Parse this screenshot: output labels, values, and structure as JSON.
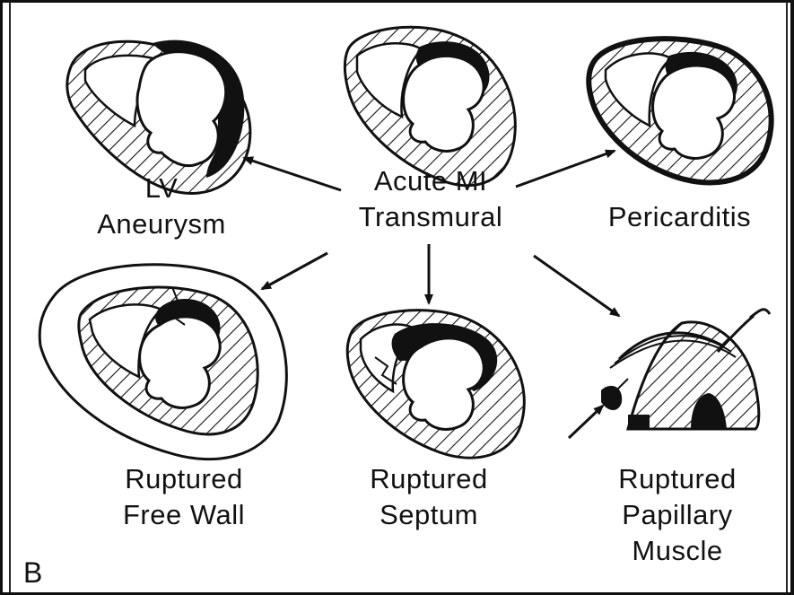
{
  "center": {
    "line1": "Acute MI",
    "line2": "Transmural"
  },
  "outcomes": {
    "lv_aneurysm": {
      "line1": "LV",
      "line2": "Aneurysm"
    },
    "pericarditis": {
      "line1": "Pericarditis"
    },
    "free_wall": {
      "line1": "Ruptured",
      "line2": "Free Wall"
    },
    "septum": {
      "line1": "Ruptured",
      "line2": "Septum"
    },
    "papillary": {
      "line1": "Ruptured",
      "line2": "Papillary",
      "line3": "Muscle"
    }
  },
  "panel_label": "B"
}
